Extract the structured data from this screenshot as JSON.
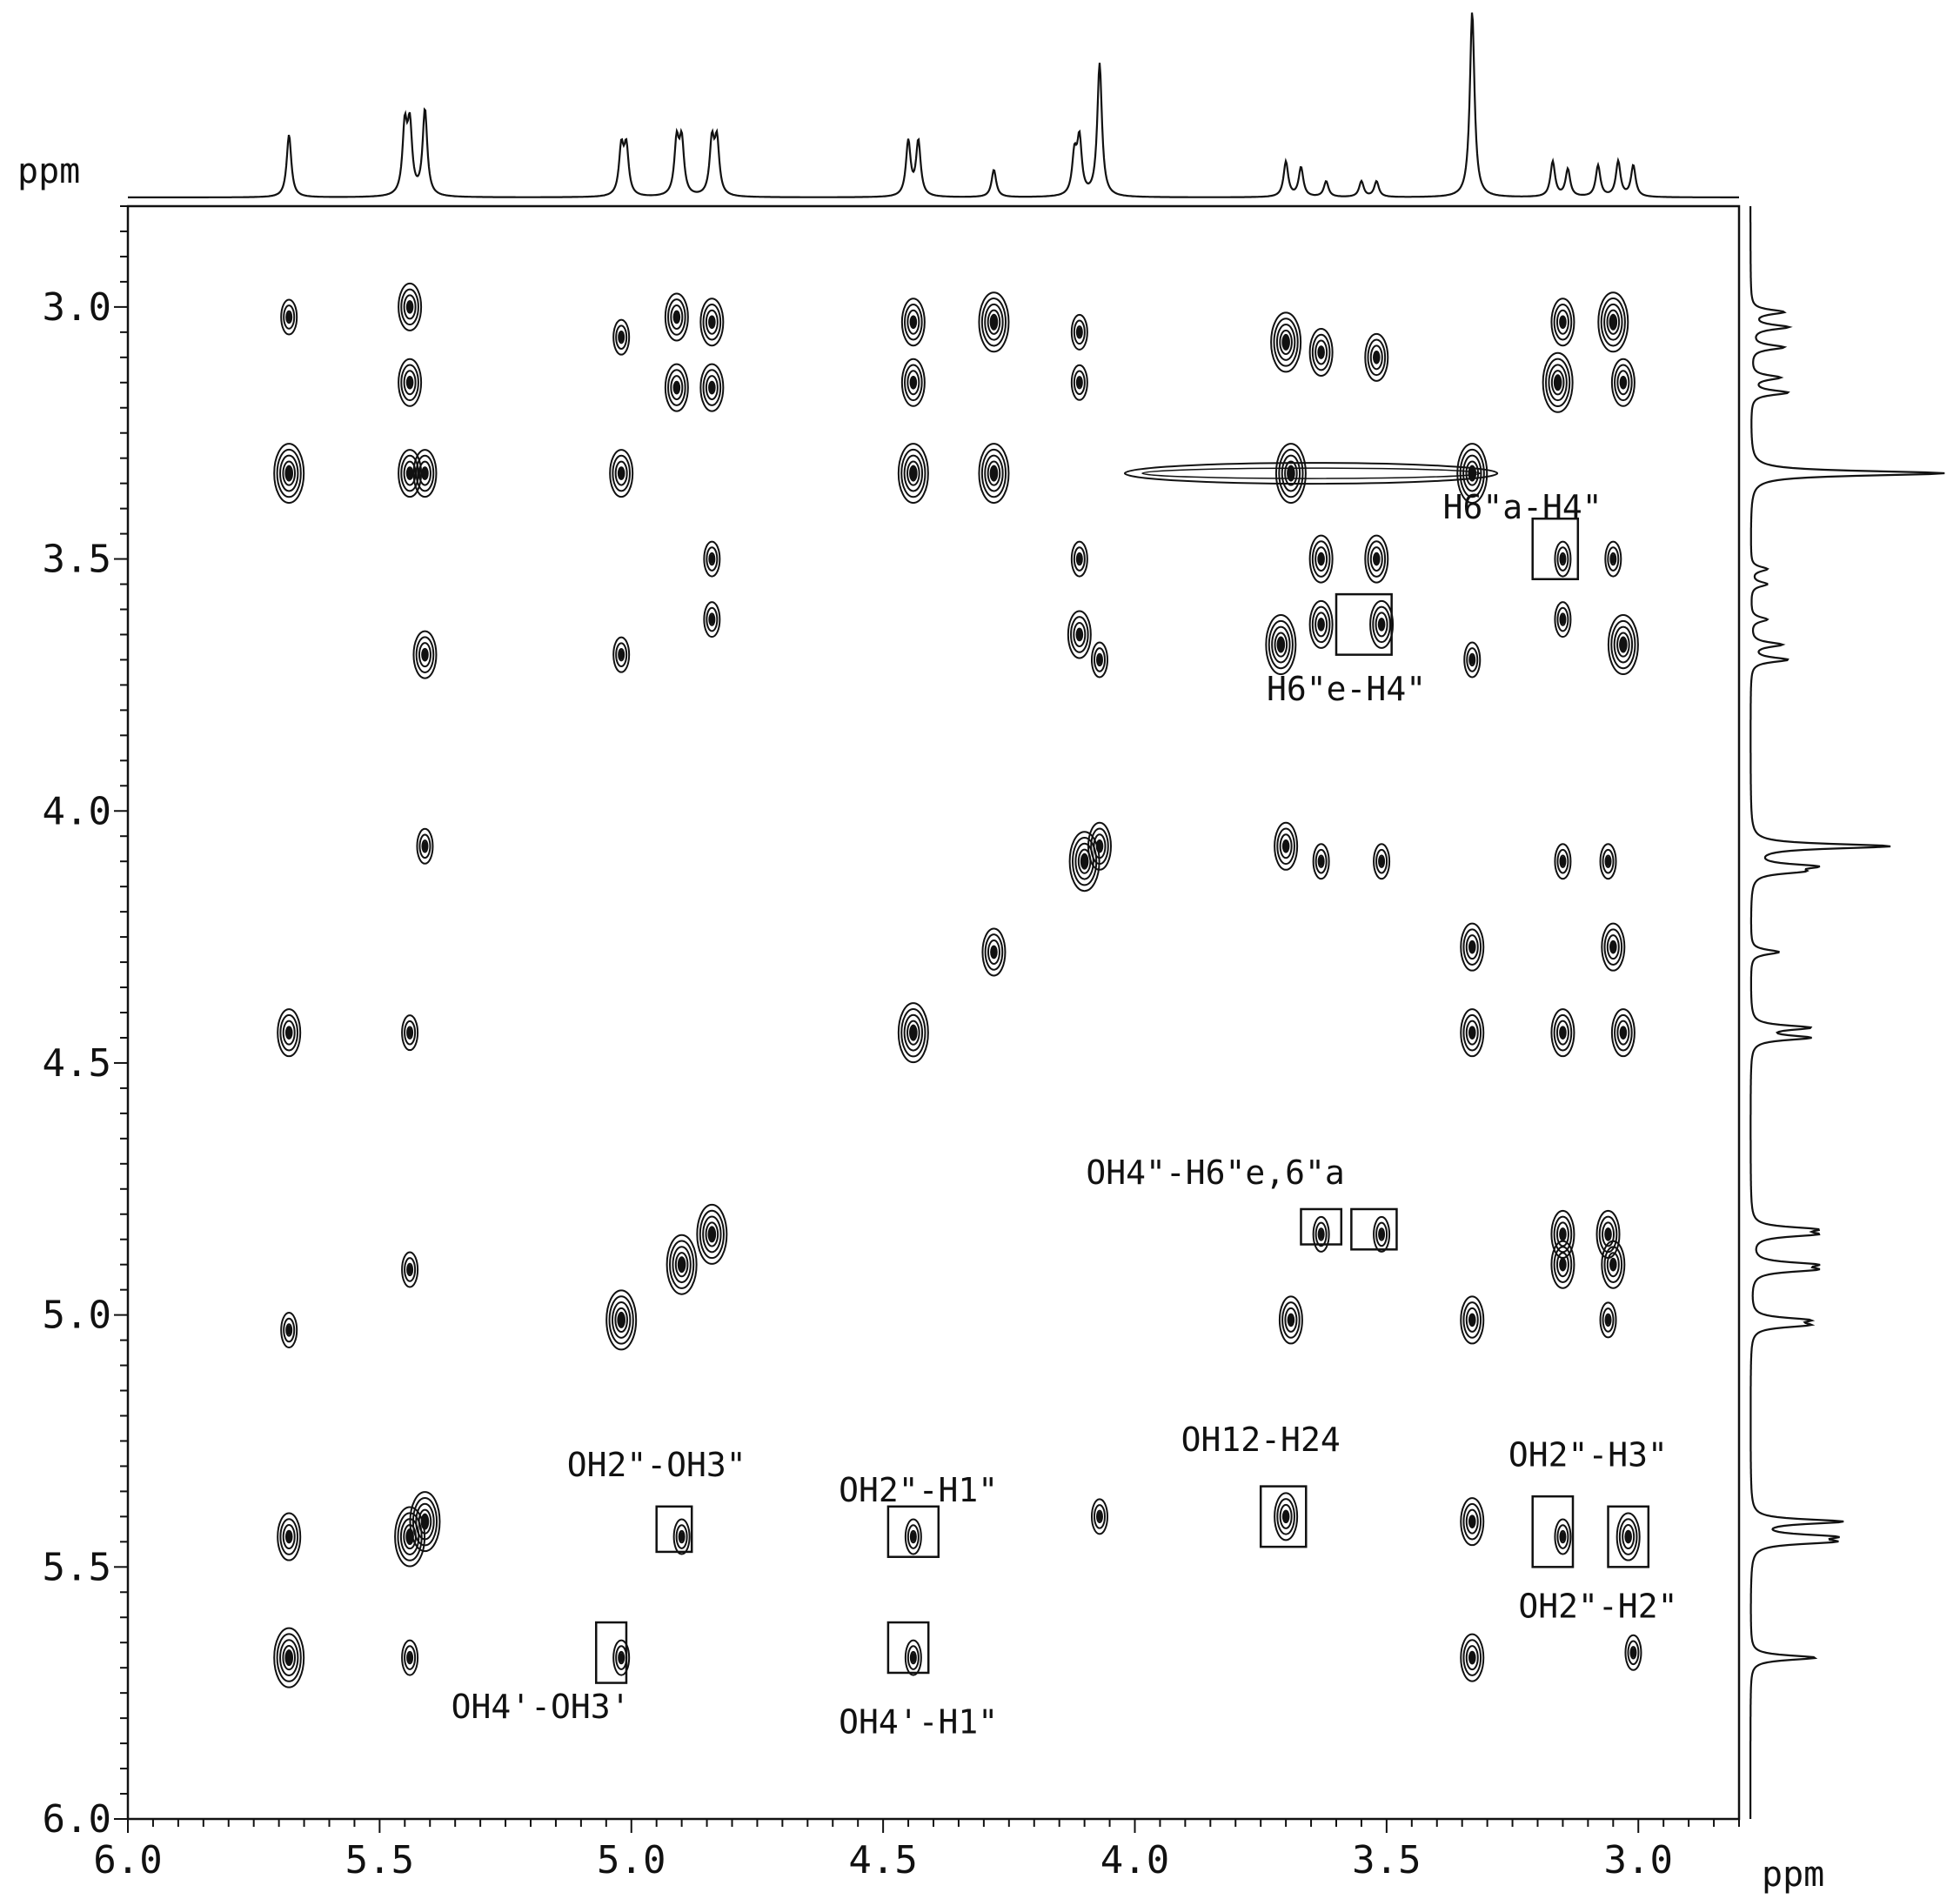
{
  "chart_data": {
    "type": "contour",
    "xlabel": "ppm",
    "ylabel": "ppm",
    "xlim": [
      6.0,
      2.8
    ],
    "ylim": [
      6.0,
      2.8
    ],
    "x_ticks": [
      "6.0",
      "5.5",
      "5.0",
      "4.5",
      "4.0",
      "3.5",
      "3.0"
    ],
    "y_ticks": [
      "3.0",
      "3.5",
      "4.0",
      "4.5",
      "5.0",
      "5.5",
      "6.0"
    ],
    "projection_peaks": [
      {
        "ppm": 5.68,
        "intensity": 0.32
      },
      {
        "ppm": 5.45,
        "intensity": 0.34
      },
      {
        "ppm": 5.44,
        "intensity": 0.34
      },
      {
        "ppm": 5.41,
        "intensity": 0.44
      },
      {
        "ppm": 5.02,
        "intensity": 0.24
      },
      {
        "ppm": 5.01,
        "intensity": 0.24
      },
      {
        "ppm": 4.91,
        "intensity": 0.27
      },
      {
        "ppm": 4.9,
        "intensity": 0.27
      },
      {
        "ppm": 4.84,
        "intensity": 0.27
      },
      {
        "ppm": 4.83,
        "intensity": 0.27
      },
      {
        "ppm": 4.45,
        "intensity": 0.28
      },
      {
        "ppm": 4.43,
        "intensity": 0.28
      },
      {
        "ppm": 4.28,
        "intensity": 0.14
      },
      {
        "ppm": 4.12,
        "intensity": 0.2
      },
      {
        "ppm": 4.11,
        "intensity": 0.28
      },
      {
        "ppm": 4.07,
        "intensity": 0.68
      },
      {
        "ppm": 3.7,
        "intensity": 0.18
      },
      {
        "ppm": 3.67,
        "intensity": 0.15
      },
      {
        "ppm": 3.62,
        "intensity": 0.08
      },
      {
        "ppm": 3.55,
        "intensity": 0.08
      },
      {
        "ppm": 3.52,
        "intensity": 0.08
      },
      {
        "ppm": 3.33,
        "intensity": 0.95
      },
      {
        "ppm": 3.17,
        "intensity": 0.18
      },
      {
        "ppm": 3.14,
        "intensity": 0.14
      },
      {
        "ppm": 3.08,
        "intensity": 0.16
      },
      {
        "ppm": 3.04,
        "intensity": 0.18
      },
      {
        "ppm": 3.01,
        "intensity": 0.16
      }
    ],
    "cross_peaks": [
      {
        "x": 5.68,
        "y": 3.02,
        "size": 1
      },
      {
        "x": 5.68,
        "y": 3.33,
        "size": 3
      },
      {
        "x": 5.68,
        "y": 4.44,
        "size": 2
      },
      {
        "x": 5.68,
        "y": 5.03,
        "size": 1
      },
      {
        "x": 5.68,
        "y": 5.44,
        "size": 2
      },
      {
        "x": 5.68,
        "y": 5.68,
        "size": 3
      },
      {
        "x": 5.44,
        "y": 3.0,
        "size": 2
      },
      {
        "x": 5.44,
        "y": 3.15,
        "size": 2
      },
      {
        "x": 5.44,
        "y": 3.33,
        "size": 2
      },
      {
        "x": 5.41,
        "y": 3.33,
        "size": 2
      },
      {
        "x": 5.41,
        "y": 3.69,
        "size": 2
      },
      {
        "x": 5.41,
        "y": 4.07,
        "size": 1
      },
      {
        "x": 5.44,
        "y": 4.44,
        "size": 1
      },
      {
        "x": 5.44,
        "y": 4.91,
        "size": 1
      },
      {
        "x": 5.44,
        "y": 5.44,
        "size": 3
      },
      {
        "x": 5.41,
        "y": 5.41,
        "size": 3
      },
      {
        "x": 5.44,
        "y": 5.68,
        "size": 1
      },
      {
        "x": 5.02,
        "y": 3.06,
        "size": 1
      },
      {
        "x": 5.02,
        "y": 3.33,
        "size": 2
      },
      {
        "x": 5.02,
        "y": 3.69,
        "size": 1
      },
      {
        "x": 5.02,
        "y": 5.01,
        "size": 3
      },
      {
        "x": 5.02,
        "y": 5.68,
        "size": 1
      },
      {
        "x": 4.91,
        "y": 3.02,
        "size": 2
      },
      {
        "x": 4.91,
        "y": 3.16,
        "size": 2
      },
      {
        "x": 4.9,
        "y": 4.9,
        "size": 3
      },
      {
        "x": 4.9,
        "y": 5.44,
        "size": 1
      },
      {
        "x": 4.84,
        "y": 3.03,
        "size": 2
      },
      {
        "x": 4.84,
        "y": 3.16,
        "size": 2
      },
      {
        "x": 4.84,
        "y": 3.5,
        "size": 1
      },
      {
        "x": 4.84,
        "y": 3.62,
        "size": 1
      },
      {
        "x": 4.84,
        "y": 4.84,
        "size": 3
      },
      {
        "x": 4.44,
        "y": 3.03,
        "size": 2
      },
      {
        "x": 4.44,
        "y": 3.15,
        "size": 2
      },
      {
        "x": 4.44,
        "y": 3.33,
        "size": 3
      },
      {
        "x": 4.44,
        "y": 4.44,
        "size": 3
      },
      {
        "x": 4.44,
        "y": 5.44,
        "size": 1
      },
      {
        "x": 4.44,
        "y": 5.68,
        "size": 1
      },
      {
        "x": 4.28,
        "y": 3.03,
        "size": 3
      },
      {
        "x": 4.28,
        "y": 3.33,
        "size": 3
      },
      {
        "x": 4.28,
        "y": 4.28,
        "size": 2
      },
      {
        "x": 4.11,
        "y": 3.05,
        "size": 1
      },
      {
        "x": 4.11,
        "y": 3.15,
        "size": 1
      },
      {
        "x": 4.11,
        "y": 3.5,
        "size": 1
      },
      {
        "x": 4.11,
        "y": 3.65,
        "size": 2
      },
      {
        "x": 4.07,
        "y": 3.7,
        "size": 1
      },
      {
        "x": 4.1,
        "y": 4.1,
        "size": 3
      },
      {
        "x": 4.07,
        "y": 4.07,
        "size": 2
      },
      {
        "x": 4.07,
        "y": 5.4,
        "size": 1
      },
      {
        "x": 3.7,
        "y": 3.07,
        "size": 3
      },
      {
        "x": 3.69,
        "y": 3.33,
        "size": 3
      },
      {
        "x": 3.71,
        "y": 3.67,
        "size": 3
      },
      {
        "x": 3.7,
        "y": 4.07,
        "size": 2
      },
      {
        "x": 3.69,
        "y": 5.01,
        "size": 2
      },
      {
        "x": 3.7,
        "y": 5.4,
        "size": 2
      },
      {
        "x": 3.63,
        "y": 3.09,
        "size": 2
      },
      {
        "x": 3.63,
        "y": 3.5,
        "size": 2
      },
      {
        "x": 3.63,
        "y": 3.63,
        "size": 2
      },
      {
        "x": 3.63,
        "y": 4.1,
        "size": 1
      },
      {
        "x": 3.63,
        "y": 4.84,
        "size": 1
      },
      {
        "x": 3.52,
        "y": 3.1,
        "size": 2
      },
      {
        "x": 3.52,
        "y": 3.5,
        "size": 2
      },
      {
        "x": 3.51,
        "y": 3.63,
        "size": 2
      },
      {
        "x": 3.51,
        "y": 4.1,
        "size": 1
      },
      {
        "x": 3.51,
        "y": 4.84,
        "size": 1
      },
      {
        "x": 3.33,
        "y": 3.33,
        "size": 3
      },
      {
        "x": 3.33,
        "y": 3.7,
        "size": 1
      },
      {
        "x": 3.33,
        "y": 4.27,
        "size": 2
      },
      {
        "x": 3.33,
        "y": 4.44,
        "size": 2
      },
      {
        "x": 3.33,
        "y": 5.01,
        "size": 2
      },
      {
        "x": 3.33,
        "y": 5.41,
        "size": 2
      },
      {
        "x": 3.33,
        "y": 5.68,
        "size": 2
      },
      {
        "x": 3.15,
        "y": 3.03,
        "size": 2
      },
      {
        "x": 3.16,
        "y": 3.15,
        "size": 3
      },
      {
        "x": 3.15,
        "y": 3.5,
        "size": 1
      },
      {
        "x": 3.15,
        "y": 3.62,
        "size": 1
      },
      {
        "x": 3.15,
        "y": 4.1,
        "size": 1
      },
      {
        "x": 3.15,
        "y": 4.44,
        "size": 2
      },
      {
        "x": 3.15,
        "y": 4.84,
        "size": 2
      },
      {
        "x": 3.15,
        "y": 4.9,
        "size": 2
      },
      {
        "x": 3.15,
        "y": 5.44,
        "size": 1
      },
      {
        "x": 3.05,
        "y": 3.03,
        "size": 3
      },
      {
        "x": 3.03,
        "y": 3.15,
        "size": 2
      },
      {
        "x": 3.05,
        "y": 3.5,
        "size": 1
      },
      {
        "x": 3.03,
        "y": 3.67,
        "size": 3
      },
      {
        "x": 3.06,
        "y": 4.1,
        "size": 1
      },
      {
        "x": 3.05,
        "y": 4.27,
        "size": 2
      },
      {
        "x": 3.03,
        "y": 4.44,
        "size": 2
      },
      {
        "x": 3.06,
        "y": 4.84,
        "size": 2
      },
      {
        "x": 3.05,
        "y": 4.9,
        "size": 2
      },
      {
        "x": 3.06,
        "y": 5.01,
        "size": 1
      },
      {
        "x": 3.02,
        "y": 5.44,
        "size": 2
      },
      {
        "x": 3.01,
        "y": 5.67,
        "size": 1
      }
    ],
    "annotations": [
      {
        "label": "H6\"a-H4\"",
        "label_x": 3.23,
        "label_y": 3.42,
        "box": [
          3.21,
          3.42,
          3.12,
          3.54
        ]
      },
      {
        "label": "H6\"e-H4\"",
        "label_x": 3.58,
        "label_y": 3.78,
        "box": [
          3.6,
          3.57,
          3.49,
          3.69
        ]
      },
      {
        "label": "OH4\"-H6\"e,6\"a",
        "label_x": 3.84,
        "label_y": 4.74,
        "box": [
          3.67,
          4.79,
          3.59,
          4.86
        ]
      },
      {
        "label": "",
        "label_x": 0,
        "label_y": 0,
        "box": [
          3.57,
          4.79,
          3.48,
          4.87
        ]
      },
      {
        "label": "OH2\"-OH3\"",
        "label_x": 4.95,
        "label_y": 5.32,
        "box": [
          4.95,
          5.38,
          4.88,
          5.47
        ]
      },
      {
        "label": "OH2\"-H1\"",
        "label_x": 4.43,
        "label_y": 5.37,
        "box": [
          4.49,
          5.38,
          4.39,
          5.48
        ]
      },
      {
        "label": "OH12-H24",
        "label_x": 3.75,
        "label_y": 5.27,
        "box": [
          3.75,
          5.34,
          3.66,
          5.46
        ]
      },
      {
        "label": "OH2\"-H3\"",
        "label_x": 3.1,
        "label_y": 5.3,
        "box": [
          3.21,
          5.36,
          3.13,
          5.5
        ]
      },
      {
        "label": "OH2\"-H2\"",
        "label_x": 3.08,
        "label_y": 5.6,
        "box": [
          3.06,
          5.38,
          2.98,
          5.5
        ]
      },
      {
        "label": "OH4'-OH3'",
        "label_x": 5.18,
        "label_y": 5.8,
        "box": [
          5.07,
          5.61,
          5.01,
          5.73
        ]
      },
      {
        "label": "OH4'-H1\"",
        "label_x": 4.43,
        "label_y": 5.83,
        "box": [
          4.49,
          5.61,
          4.41,
          5.71
        ]
      }
    ]
  }
}
